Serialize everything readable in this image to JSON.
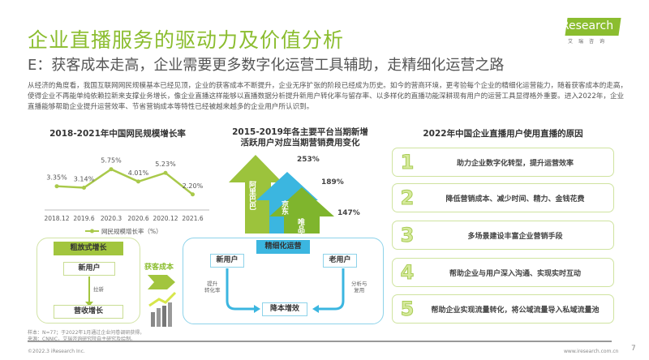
{
  "header": {
    "title": "企业直播服务的驱动力及价值分析",
    "subtitle": "E：获客成本走高，企业需要更多数字化运营工具辅助，走精细化运营之路",
    "logo": "iResearch",
    "logo_sub": "艾瑞咨询"
  },
  "paragraph": "从经济的角度看，我国互联网网民规模基本已经见顶，企业的获客成本不断提升，企业无序扩张的阶段已经成为历史。如今的营商环境，更考验每个企业的精细化运营能力，随着获客成本的走高，使得企业不再能单纯依赖拉新来支撑业务增长，像企业直播这样能够以直播数据分析提升新用户转化率与留存率、以多样化的直播功能深耕现有用户的运营工具显得格外重要。进入2022年，企业直播能够帮助企业提升运营效率、节省营销成本等特性已经被越来越多的企业用户所认识到。",
  "chart_data": [
    {
      "type": "line",
      "title": "2018-2021年中国网民规模增长率",
      "categories": [
        "2018.12",
        "2019.6",
        "2020.3",
        "2020.6",
        "2020.12",
        "2021.6"
      ],
      "values": [
        3.35,
        3.14,
        5.75,
        4.01,
        5.23,
        2.2
      ],
      "labels": [
        "3.35%",
        "3.14%",
        "5.75%",
        "4.01%",
        "5.23%",
        "2.20%"
      ],
      "legend": "网民规模增长率（%）",
      "ylim": [
        0,
        8
      ],
      "color": "#a9c94a"
    },
    {
      "type": "bar",
      "title_line1": "2015-2019年各主要平台当期新增",
      "title_line2": "活跃用户对应当期营销费用变化",
      "categories": [
        "阿里巴巴",
        "京东",
        "唯品会"
      ],
      "values": [
        253,
        189,
        147
      ],
      "labels": [
        "253%",
        "189%",
        "147%"
      ],
      "colors": [
        "#9cc33c",
        "#3bb6e0",
        "#7fb52d"
      ]
    }
  ],
  "reasons": {
    "title": "2022年中国企业直播用户使用直播的原因",
    "items": [
      {
        "num": "1",
        "text": "助力企业数字化转型，提升运营效率"
      },
      {
        "num": "2",
        "text": "降低营销成本、减少时间、精力、金钱花费"
      },
      {
        "num": "3",
        "text": "多场景建设丰富企业营销手段"
      },
      {
        "num": "4",
        "text": "帮助企业与用户深入沟通、实现实时互动"
      },
      {
        "num": "5",
        "text": "帮助企业实现流量转化，将公域流量导入私域流量池"
      }
    ]
  },
  "flow": {
    "left_title": "粗放式增长",
    "left_new": "新用户",
    "left_pull": "拉新",
    "left_revenue": "营收增长",
    "middle": "获客成本",
    "right_title": "精细化运营",
    "right_new": "新用户",
    "right_old": "老用户",
    "right_convert": "提升\n转化率",
    "right_reuse": "分析与\n复用",
    "right_center": "降本增效"
  },
  "footer": {
    "note1": "样本：N=77；于2022年1月通过企业问卷调研获得。",
    "note2": "来源：CNNIC，艾瑞咨询研究院自主研究及绘制。",
    "copyright": "©2022.3 iResearch Inc.",
    "url": "www.iresearch.com.cn",
    "page": "7"
  }
}
